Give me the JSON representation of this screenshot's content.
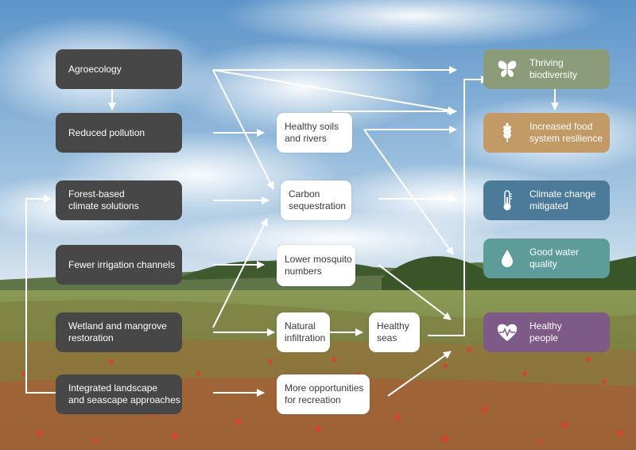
{
  "drivers": [
    {
      "id": "agroecology",
      "label": "Agroecology"
    },
    {
      "id": "reduced-pollution",
      "label": "Reduced pollution"
    },
    {
      "id": "forest-based",
      "label": "Forest-based\nclimate solutions"
    },
    {
      "id": "fewer-irrigation",
      "label": "Fewer irrigation channels"
    },
    {
      "id": "wetland-mangrove",
      "label": "Wetland and mangrove\nrestoration"
    },
    {
      "id": "integrated-landscape",
      "label": "Integrated landscape\nand seascape approaches"
    }
  ],
  "effects": [
    {
      "id": "healthy-soils",
      "label": "Healthy soils\nand rivers"
    },
    {
      "id": "carbon-sequestration",
      "label": "Carbon\nsequestration"
    },
    {
      "id": "lower-mosquito",
      "label": "Lower mosquito\nnumbers"
    },
    {
      "id": "natural-infiltration",
      "label": "Natural\ninfiltration"
    },
    {
      "id": "healthy-seas",
      "label": "Healthy\nseas"
    },
    {
      "id": "recreation",
      "label": "More opportunities\nfor recreation"
    }
  ],
  "outcomes": [
    {
      "id": "biodiversity",
      "label": "Thriving\nbiodiversity",
      "icon": "butterfly-icon",
      "color": "#8c9c7a"
    },
    {
      "id": "food-resilience",
      "label": "Increased food\nsystem resilience",
      "icon": "wheat-icon",
      "color": "#c29a66"
    },
    {
      "id": "climate",
      "label": "Climate change\nmitigated",
      "icon": "thermometer-icon",
      "color": "#4b7b98"
    },
    {
      "id": "water",
      "label": "Good water\nquality",
      "icon": "water-drop-icon",
      "color": "#5d9c98"
    },
    {
      "id": "people",
      "label": "Healthy\npeople",
      "icon": "heart-pulse-icon",
      "color": "#7e5a86"
    }
  ],
  "colors": {
    "driver_box": "#474747",
    "effect_box": "#ffffff",
    "arrow": "#ffffff"
  }
}
